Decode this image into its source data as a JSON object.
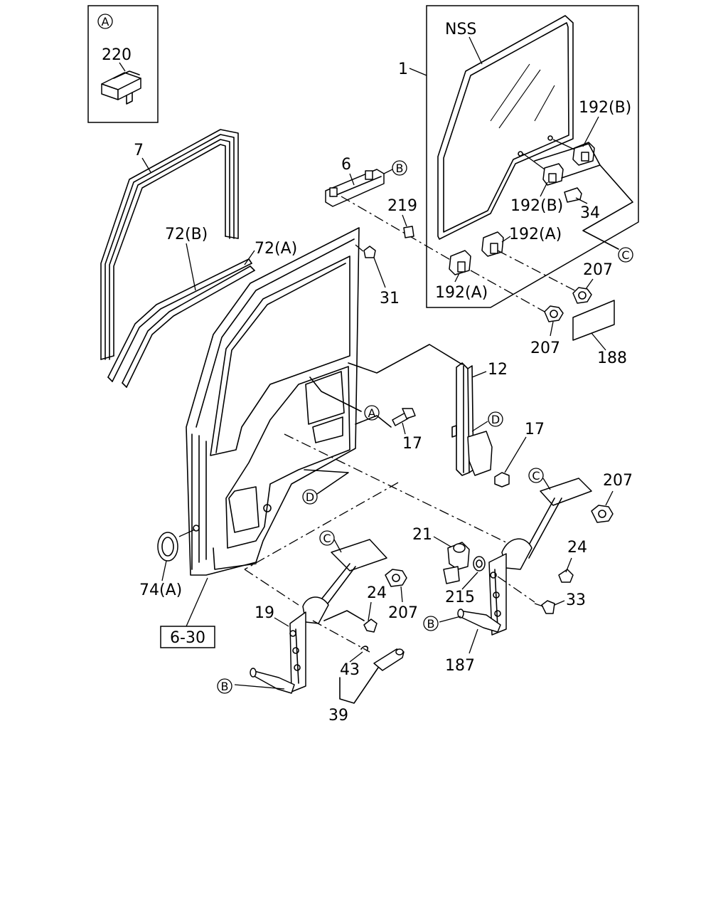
{
  "diagram": {
    "part_labels": {
      "p220": "220",
      "p7": "7",
      "p72b": "72(B)",
      "p72a": "72(A)",
      "p6": "6",
      "p219": "219",
      "p31": "31",
      "p1": "1",
      "nss": "NSS",
      "p192b_1": "192(B)",
      "p192b_2": "192(B)",
      "p34": "34",
      "p192a_1": "192(A)",
      "p192a_2": "192(A)",
      "p207_1": "207",
      "p207_2": "207",
      "p188": "188",
      "p12": "12",
      "p17_1": "17",
      "p17_2": "17",
      "p207_3": "207",
      "p24_1": "24",
      "p21": "21",
      "p215": "215",
      "p33": "33",
      "p187": "187",
      "p74a": "74(A)",
      "p19": "19",
      "p24_2": "24",
      "p207_4": "207",
      "p43": "43",
      "p39": "39",
      "ref": "6-30"
    },
    "callouts": {
      "a_inset": "A",
      "b_top": "B",
      "c_right": "C",
      "a_door": "A",
      "d_reg": "D",
      "d_door": "D",
      "c_reg": "C",
      "c_left": "C",
      "b_left": "B",
      "b_right": "B"
    }
  }
}
